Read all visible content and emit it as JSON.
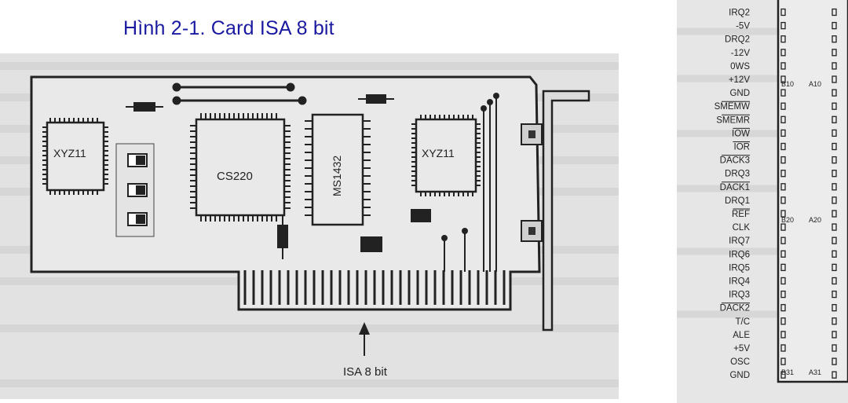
{
  "caption": "Hình 2-1. Card ISA 8 bit",
  "card": {
    "chips": {
      "left_chip": "XYZ11",
      "big_chip": "CS220",
      "dip_chip": "MS1432",
      "right_chip": "XYZ11"
    },
    "connector_label": "ISA 8 bit"
  },
  "pinout": {
    "signals": [
      "IRQ2",
      "-5V",
      "DRQ2",
      "-12V",
      "0WS",
      "+12V",
      "GND",
      "SMEMW",
      "SMEMR",
      "IOW",
      "IOR",
      "DACK3",
      "DRQ3",
      "DACK1",
      "DRQ1",
      "REF",
      "CLK",
      "IRQ7",
      "IRQ6",
      "IRQ5",
      "IRQ4",
      "IRQ3",
      "DACK2",
      "T/C",
      "ALE",
      "+5V",
      "OSC",
      "GND"
    ],
    "pin_markers": {
      "b10": "B10",
      "a10": "A10",
      "b20": "B20",
      "a20": "A20",
      "b31": "B31",
      "a31": "A31"
    }
  }
}
